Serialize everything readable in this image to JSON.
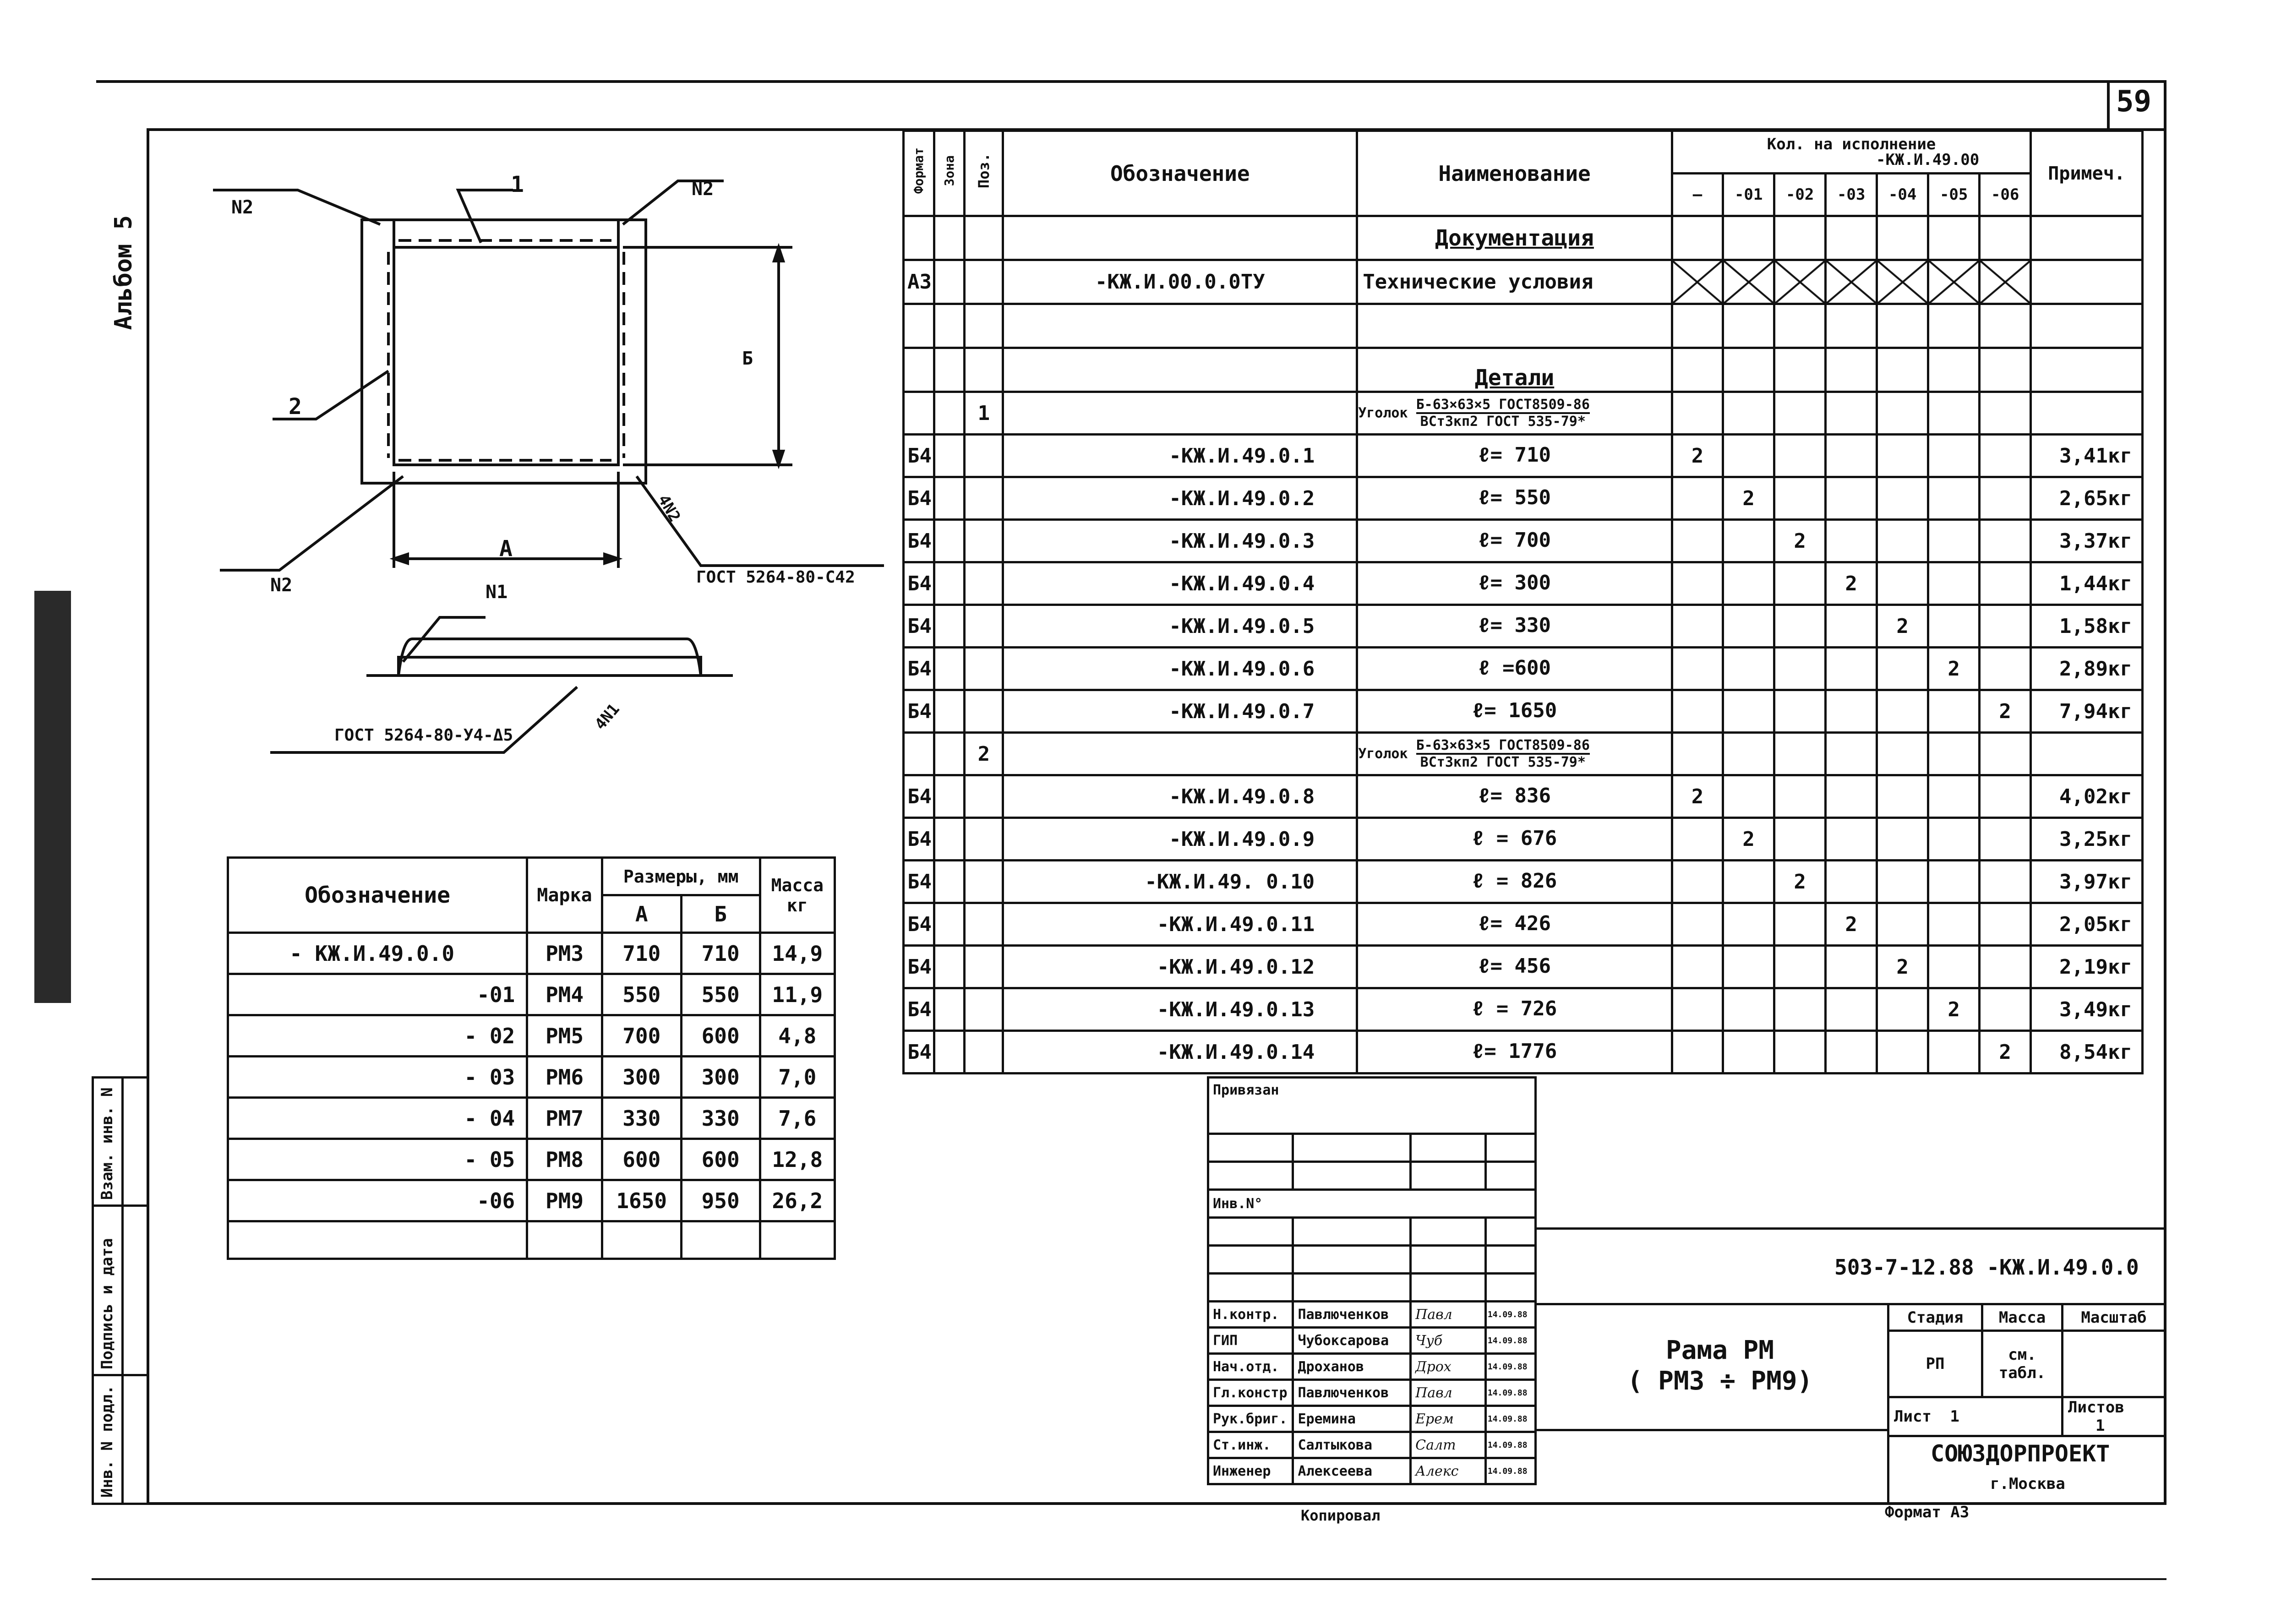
{
  "sheet": {
    "page_number": "59",
    "album_label": "Альбом 5",
    "copied_by_label": "Копировал",
    "format_label": "Формат А3"
  },
  "drawing": {
    "labels": {
      "n2_top_left": "N2",
      "n2_top_right": "N2",
      "n2_bottom_left": "N2",
      "pos1": "1",
      "pos2": "2",
      "dim_a": "А",
      "dim_b": "Б",
      "gost_corner": "ГОСТ 5264-80-С42",
      "weld_right": "4N2",
      "n1": "N1",
      "weld_bottom": "4N1",
      "gost_section": "ГОСТ 5264-80-У4-Δ5"
    }
  },
  "side_stamp": {
    "items": [
      "Взам. инв. N",
      "Подпись и дата",
      "Инв. N подл."
    ]
  },
  "sizes_table": {
    "headers": {
      "designation": "Обозначение",
      "mark": "Марка",
      "sizes": "Размеры, мм",
      "a": "А",
      "b": "Б",
      "mass": "Масса",
      "mass_unit": "кг"
    },
    "rows": [
      {
        "designation": "- КЖ.И.49.0.0",
        "mark": "РМ3",
        "a": "710",
        "b": "710",
        "mass": "14,9"
      },
      {
        "designation": "-01",
        "mark": "РМ4",
        "a": "550",
        "b": "550",
        "mass": "11,9"
      },
      {
        "designation": "- 02",
        "mark": "РМ5",
        "a": "700",
        "b": "600",
        "mass": "4,8"
      },
      {
        "designation": "- 03",
        "mark": "РМ6",
        "a": "300",
        "b": "300",
        "mass": "7,0"
      },
      {
        "designation": "- 04",
        "mark": "РМ7",
        "a": "330",
        "b": "330",
        "mass": "7,6"
      },
      {
        "designation": "- 05",
        "mark": "РМ8",
        "a": "600",
        "b": "600",
        "mass": "12,8"
      },
      {
        "designation": "-06",
        "mark": "РМ9",
        "a": "1650",
        "b": "950",
        "mass": "26,2"
      },
      {
        "designation": "",
        "mark": "",
        "a": "",
        "b": "",
        "mass": ""
      }
    ]
  },
  "spec": {
    "headers": {
      "format": "Формат",
      "zone": "Зона",
      "pos": "Поз.",
      "designation": "Обозначение",
      "name": "Наименование",
      "qty": "Кол. на исполнение",
      "qty_sub": "-КЖ.И.49.00",
      "note": "Примеч.",
      "variants": [
        "—",
        "-01",
        "-02",
        "-03",
        "-04",
        "-05",
        "-06"
      ]
    },
    "section_docs": "Документация",
    "doc_row": {
      "format": "А3",
      "designation": "-КЖ.И.00.0.0ТУ",
      "name": "Технические условия"
    },
    "section_parts": "Детали",
    "angle1": {
      "pos": "1",
      "label": "Уголок",
      "top": "Б-63×63×5 ГОСТ8509-86",
      "bottom": "ВСт3кп2 ГОСТ 535-79*"
    },
    "angle2": {
      "pos": "2",
      "label": "Уголок",
      "top": "Б-63×63×5 ГОСТ8509-86",
      "bottom": "ВСт3кп2 ГОСТ 535-79*"
    },
    "rows1": [
      {
        "format": "Б4",
        "designation": "-КЖ.И.49.0.1",
        "name": "ℓ= 710",
        "col": 0,
        "qty": "2",
        "note": "3,41кг"
      },
      {
        "format": "Б4",
        "designation": "-КЖ.И.49.0.2",
        "name": "ℓ= 550",
        "col": 1,
        "qty": "2",
        "note": "2,65кг"
      },
      {
        "format": "Б4",
        "designation": "-КЖ.И.49.0.3",
        "name": "ℓ= 700",
        "col": 2,
        "qty": "2",
        "note": "3,37кг"
      },
      {
        "format": "Б4",
        "designation": "-КЖ.И.49.0.4",
        "name": "ℓ= 300",
        "col": 3,
        "qty": "2",
        "note": "1,44кг"
      },
      {
        "format": "Б4",
        "designation": "-КЖ.И.49.0.5",
        "name": "ℓ= 330",
        "col": 4,
        "qty": "2",
        "note": "1,58кг"
      },
      {
        "format": "Б4",
        "designation": "-КЖ.И.49.0.6",
        "name": "ℓ =600",
        "col": 5,
        "qty": "2",
        "note": "2,89кг"
      },
      {
        "format": "Б4",
        "designation": "-КЖ.И.49.0.7",
        "name": "ℓ= 1650",
        "col": 6,
        "qty": "2",
        "note": "7,94кг"
      }
    ],
    "rows2": [
      {
        "format": "Б4",
        "designation": "-КЖ.И.49.0.8",
        "name": "ℓ= 836",
        "col": 0,
        "qty": "2",
        "note": "4,02кг"
      },
      {
        "format": "Б4",
        "designation": "-КЖ.И.49.0.9",
        "name": "ℓ = 676",
        "col": 1,
        "qty": "2",
        "note": "3,25кг"
      },
      {
        "format": "Б4",
        "designation": "-КЖ.И.49. 0.10",
        "name": "ℓ = 826",
        "col": 2,
        "qty": "2",
        "note": "3,97кг"
      },
      {
        "format": "Б4",
        "designation": "-КЖ.И.49.0.11",
        "name": "ℓ= 426",
        "col": 3,
        "qty": "2",
        "note": "2,05кг"
      },
      {
        "format": "Б4",
        "designation": "-КЖ.И.49.0.12",
        "name": "ℓ= 456",
        "col": 4,
        "qty": "2",
        "note": "2,19кг"
      },
      {
        "format": "Б4",
        "designation": "-КЖ.И.49.0.13",
        "name": "ℓ = 726",
        "col": 5,
        "qty": "2",
        "note": "3,49кг"
      },
      {
        "format": "Б4",
        "designation": "-КЖ.И.49.0.14",
        "name": "ℓ= 1776",
        "col": 6,
        "qty": "2",
        "note": "8,54кг"
      }
    ]
  },
  "stamp": {
    "attached": "Привязан",
    "inv": "Инв.N°",
    "staff": [
      {
        "role": "Н.контр.",
        "name": "Павлюченков",
        "date": "14.09.88"
      },
      {
        "role": "ГИП",
        "name": "Чубоксарова",
        "date": "14.09.88"
      },
      {
        "role": "Нач.отд.",
        "name": "Дроханов",
        "date": "14.09.88"
      },
      {
        "role": "Гл.констр",
        "name": "Павлюченков",
        "date": "14.09.88"
      },
      {
        "role": "Рук.бриг.",
        "name": "Еремина",
        "date": "14.09.88"
      },
      {
        "role": "Ст.инж.",
        "name": "Салтыкова",
        "date": "14.09.88"
      },
      {
        "role": "Инженер",
        "name": "Алексеева",
        "date": "14.09.88"
      }
    ],
    "signatures": [
      "Павл",
      "Чуб",
      "Дрох",
      "Павл",
      "Ерем",
      "Салт",
      "Алекс"
    ]
  },
  "title_block": {
    "doc_code": "503-7-12.88 -КЖ.И.49.0.0",
    "title_line1": "Рама РМ",
    "title_line2": "( РМ3 ÷ РМ9)",
    "stage_label": "Стадия",
    "mass_label": "Масса",
    "scale_label": "Масштаб",
    "stage_value": "РП",
    "mass_value": "см. табл.",
    "sheet_label": "Лист",
    "sheet_value": "1",
    "sheets_label": "Листов",
    "sheets_value": "1",
    "org": "СОЮЗДОРПРОЕКТ",
    "city": "г.Москва"
  }
}
